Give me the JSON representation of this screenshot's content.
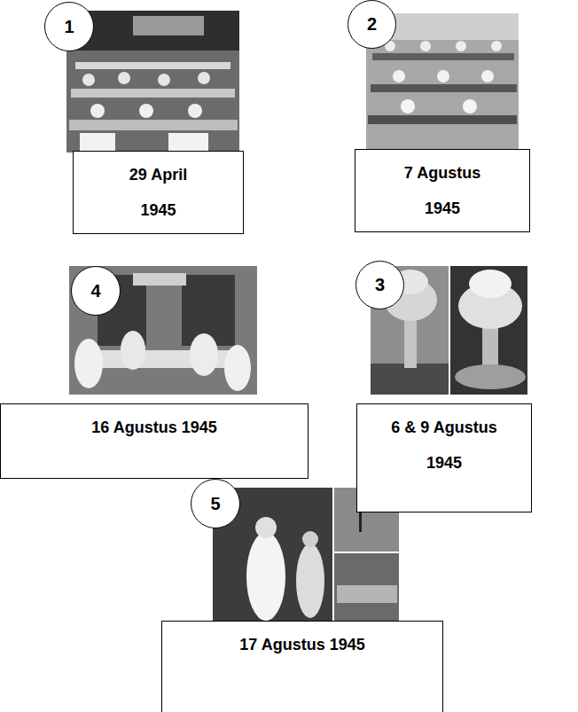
{
  "diagram": {
    "nodes": [
      {
        "text": [
          "1"
        ]
      },
      {
        "text": [
          "29 April 1945"
        ]
      },
      {
        "text": [
          "2"
        ]
      },
      {
        "text": [
          "7 Agustus 1945"
        ]
      },
      {
        "text": [
          "4"
        ]
      },
      {
        "text": [
          "16 Agustus 1945"
        ]
      },
      {
        "text": [
          "3"
        ]
      },
      {
        "text": [
          "6 & 9 Agustus 1945"
        ]
      },
      {
        "text": [
          "5"
        ]
      },
      {
        "text": [
          "17 Agustus 1945"
        ]
      }
    ]
  }
}
